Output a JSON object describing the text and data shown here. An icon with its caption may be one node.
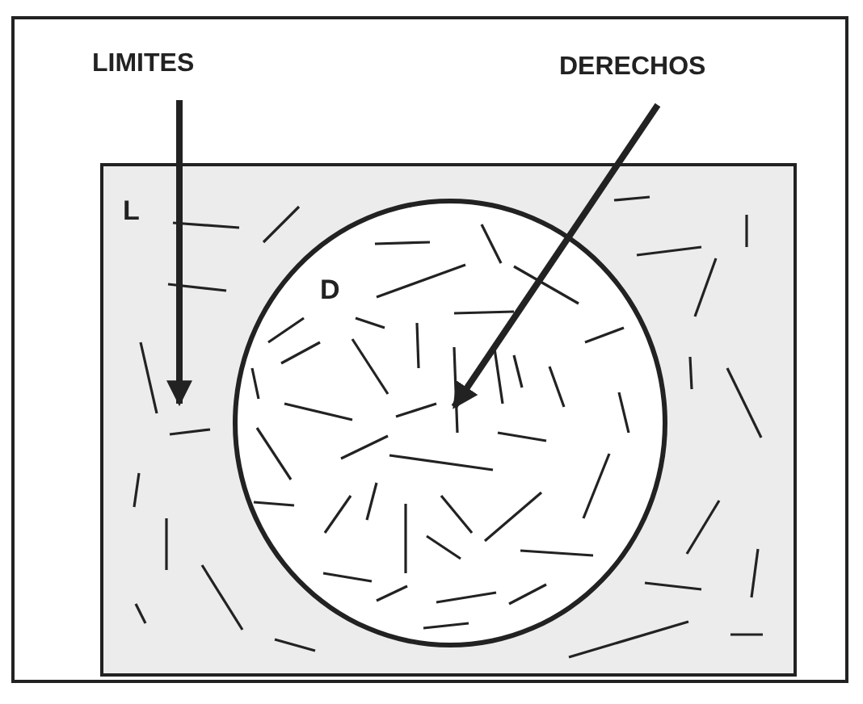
{
  "diagram": {
    "nodes": [
      {
        "text": [
          "LIMITES"
        ]
      },
      {
        "text": [
          "DERECHOS"
        ]
      },
      {
        "text": [
          "L"
        ]
      },
      {
        "text": [
          "D"
        ],
        "in": 2
      }
    ],
    "edges": [
      {
        "from": 0,
        "to": 2,
        "arrow": "to"
      },
      {
        "from": 1,
        "to": 3,
        "arrow": "to"
      }
    ]
  }
}
